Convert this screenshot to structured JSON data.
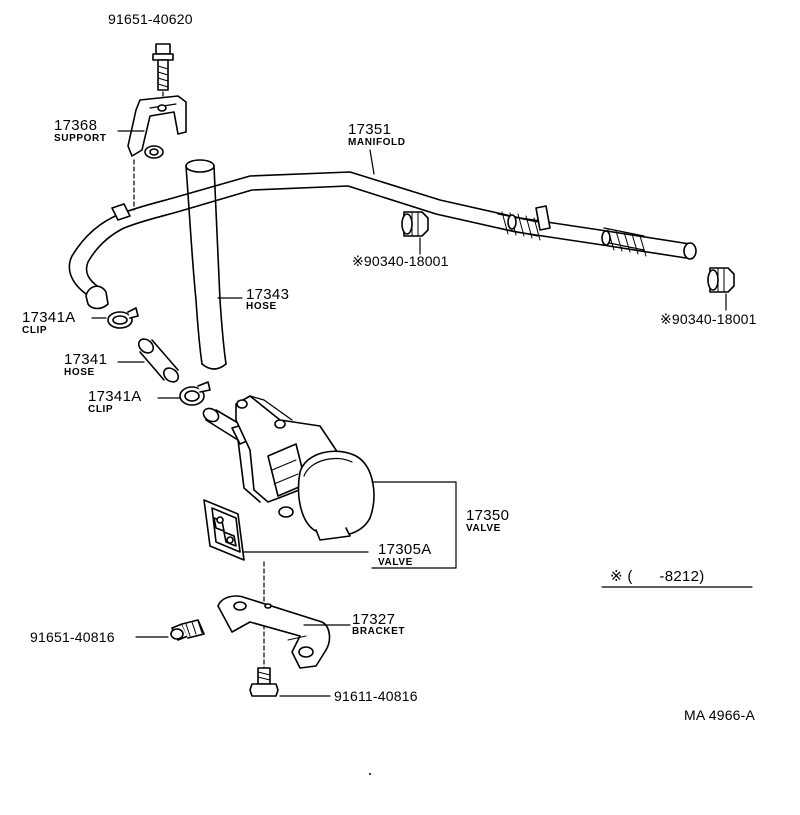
{
  "parts": {
    "bolt_top": {
      "number": "91651-40620"
    },
    "support": {
      "number": "17368",
      "name": "SUPPORT"
    },
    "manifold": {
      "number": "17351",
      "name": "MANIFOLD"
    },
    "plug_1": {
      "number": "※90340-18001"
    },
    "plug_2": {
      "number": "※90340-18001"
    },
    "hose_long": {
      "number": "17343",
      "name": "HOSE"
    },
    "clip_upper": {
      "number": "17341A",
      "name": "CLIP"
    },
    "hose_short": {
      "number": "17341",
      "name": "HOSE"
    },
    "clip_lower": {
      "number": "17341A",
      "name": "CLIP"
    },
    "valve_assy": {
      "number": "17350",
      "name": "VALVE"
    },
    "valve_sub": {
      "number": "17305A",
      "name": "VALVE"
    },
    "bracket": {
      "number": "17327",
      "name": "BRACKET"
    },
    "bolt_left": {
      "number": "91651-40816"
    },
    "bolt_bottom": {
      "number": "91611-40816"
    }
  },
  "footnote": {
    "text": "※ (      -8212)"
  },
  "drawing_code": "MA 4966-A"
}
